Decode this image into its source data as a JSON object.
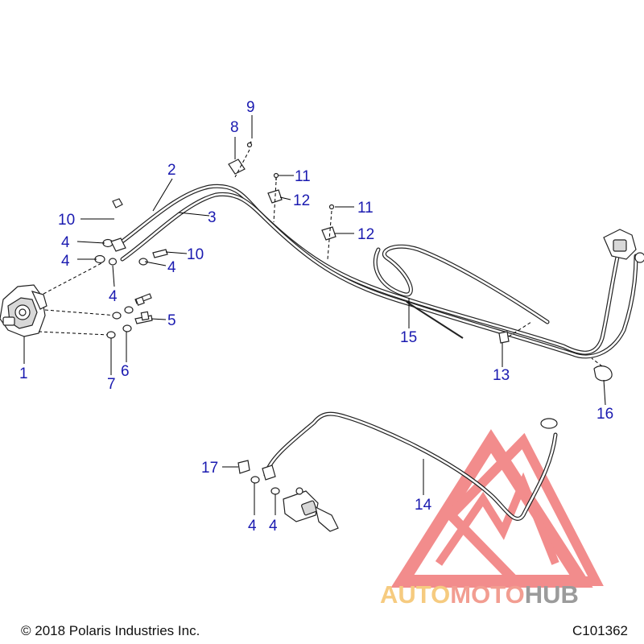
{
  "callouts": [
    {
      "id": "1",
      "label": "1"
    },
    {
      "id": "2",
      "label": "2"
    },
    {
      "id": "3",
      "label": "3"
    },
    {
      "id": "4a",
      "label": "4"
    },
    {
      "id": "4b",
      "label": "4"
    },
    {
      "id": "4c",
      "label": "4"
    },
    {
      "id": "4d",
      "label": "4"
    },
    {
      "id": "4e",
      "label": "4"
    },
    {
      "id": "4f",
      "label": "4"
    },
    {
      "id": "5",
      "label": "5"
    },
    {
      "id": "6",
      "label": "6"
    },
    {
      "id": "7",
      "label": "7"
    },
    {
      "id": "8",
      "label": "8"
    },
    {
      "id": "9",
      "label": "9"
    },
    {
      "id": "10a",
      "label": "10"
    },
    {
      "id": "10b",
      "label": "10"
    },
    {
      "id": "11a",
      "label": "11"
    },
    {
      "id": "11b",
      "label": "11"
    },
    {
      "id": "12a",
      "label": "12"
    },
    {
      "id": "12b",
      "label": "12"
    },
    {
      "id": "13",
      "label": "13"
    },
    {
      "id": "14",
      "label": "14"
    },
    {
      "id": "15",
      "label": "15"
    },
    {
      "id": "16",
      "label": "16"
    },
    {
      "id": "17",
      "label": "17"
    }
  ],
  "footer": {
    "copyright": "© 2018 Polaris Industries Inc.",
    "drawing_id": "C101362"
  },
  "watermark": {
    "part1": "AUTO",
    "part2": "MOTO",
    "part3": "HUB",
    "color_auto": "#f5c36b",
    "color_moto": "#f08c7e",
    "color_hub": "#8a8a8a",
    "triangle_color": "#f07878"
  },
  "colors": {
    "callout": "#1a1ab0",
    "line": "#222222"
  }
}
